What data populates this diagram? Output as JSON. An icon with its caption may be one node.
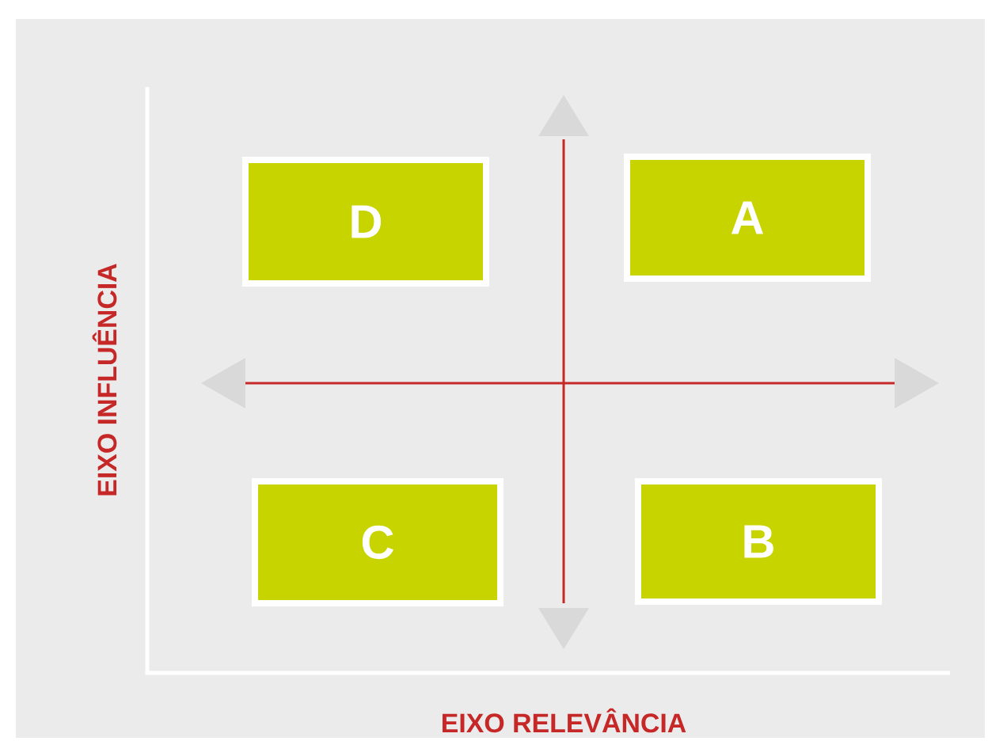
{
  "diagram": {
    "nodes": [
      {
        "text": [
          "D"
        ]
      },
      {
        "text": [
          "A"
        ]
      },
      {
        "text": [
          "C"
        ]
      },
      {
        "text": [
          "B"
        ]
      }
    ],
    "labels": [
      "EIXO INFLUÊNCIA",
      "EIXO RELEVÂNCIA"
    ]
  }
}
